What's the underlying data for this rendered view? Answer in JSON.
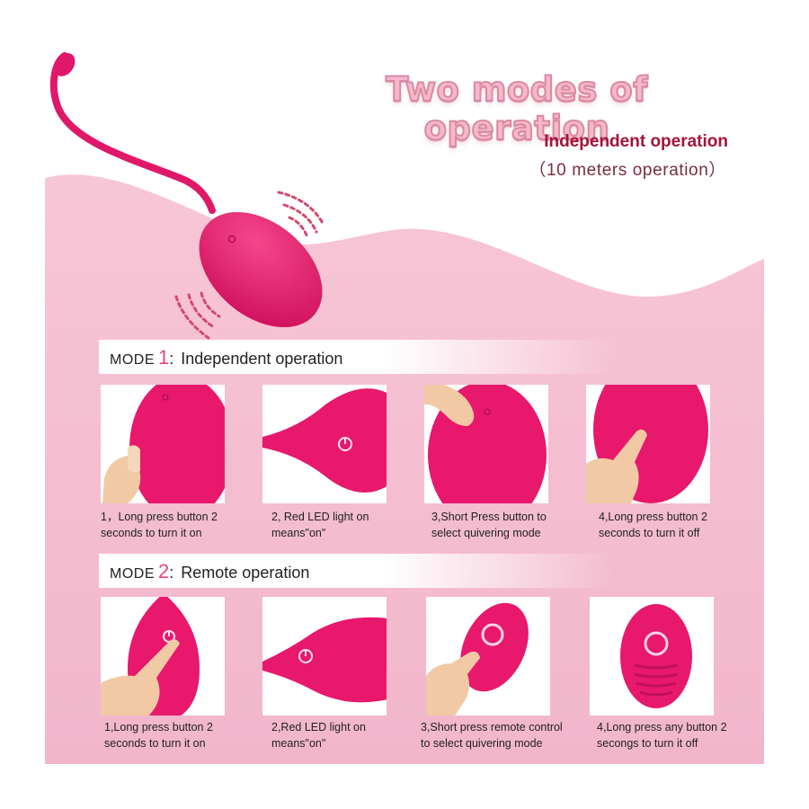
{
  "title": "Two modes of operation",
  "subtitle_1": "Independent operation",
  "subtitle_2": "（10 meters  operation）",
  "modes": [
    {
      "word": "MODE",
      "number": "1",
      "colon": ":",
      "label": "Independent operation",
      "steps": [
        {
          "line1": "1，Long press button 2",
          "line2": "seconds to turn it on"
        },
        {
          "line1": "2, Red LED light on",
          "line2": "means\"on\""
        },
        {
          "line1": "3,Short Press button to",
          "line2": "select quivering mode"
        },
        {
          "line1": "4,Long press button 2",
          "line2": "seconds to turn it off"
        }
      ]
    },
    {
      "word": "MODE",
      "number": "2",
      "colon": ":",
      "label": "Remote operation",
      "steps": [
        {
          "line1": "1,Long press button 2",
          "line2": "seconds to turn it on"
        },
        {
          "line1": "2,Red LED light on",
          "line2": "means\"on\""
        },
        {
          "line1": "3,Short press remote control",
          "line2": "to select quivering mode"
        },
        {
          "line1": "4,Long press any button 2",
          "line2": "secongs to turn it off"
        }
      ]
    }
  ],
  "colors": {
    "product": "#e8186d",
    "background_pink": "#f4bcd0",
    "title_pink": "#f6b8c8",
    "subtitle_red": "#a3143a"
  }
}
